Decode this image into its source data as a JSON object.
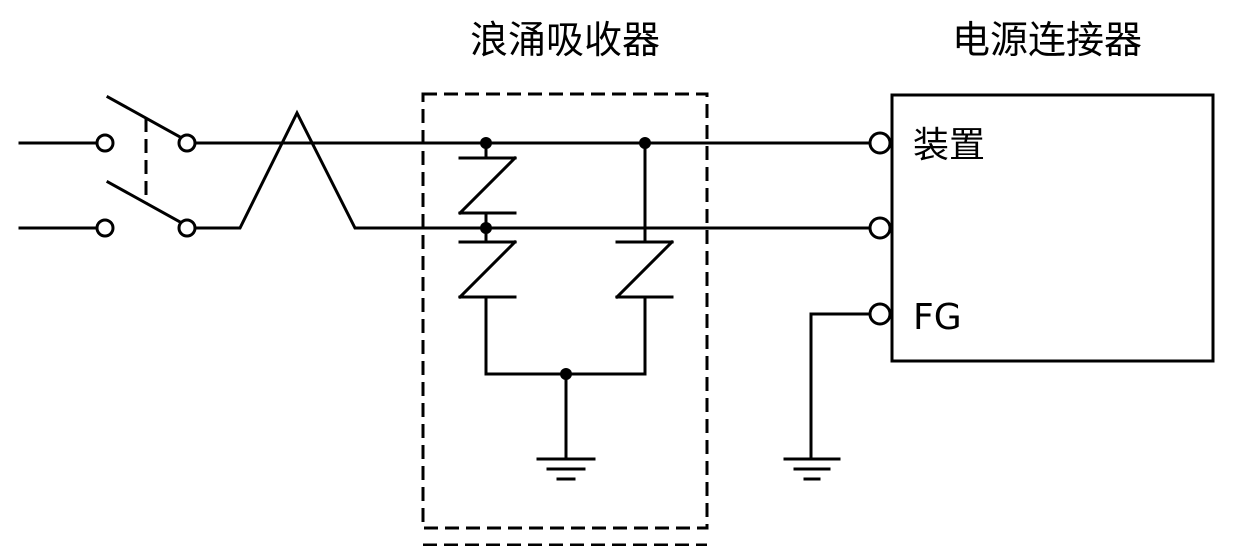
{
  "labels": {
    "surge_absorber": "浪涌吸收器",
    "power_connector": "电源连接器",
    "device": "装置",
    "frame_ground": "FG"
  }
}
